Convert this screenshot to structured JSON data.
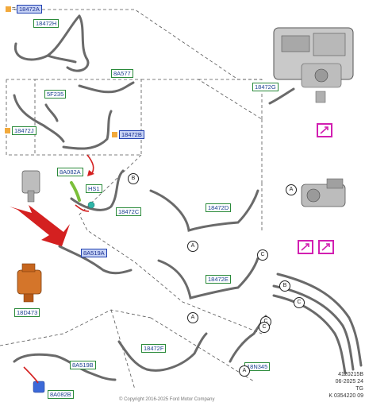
{
  "labels": {
    "top_left": "18472A",
    "l_18472H": "18472H",
    "l_8A577": "8A577",
    "l_5F235": "5F235",
    "l_18472J": "18472J",
    "l_18472B": "18472B",
    "l_18472G": "18472G",
    "l_8A082A": "8A082A",
    "l_HS1": "HS1",
    "l_18472C": "18472C",
    "l_18472D": "18472D",
    "l_8A519A": "8A519A",
    "l_18472E": "18472E",
    "l_18D473": "18D473",
    "l_18472F": "18472F",
    "l_8A519B": "8A519B",
    "l_18N345": "18N345",
    "l_8A082B": "8A082B"
  },
  "legend_prefix": "=",
  "callouts": {
    "a1": "A",
    "b1": "B",
    "a2": "A",
    "c1": "C",
    "a3": "A",
    "c2": "C",
    "a4": "A",
    "b2": "B",
    "c3": "C",
    "c4": "C"
  },
  "footer": {
    "line1": "4120215B",
    "line2": "06-2025 24",
    "line3": "TG",
    "line4": "K 0354220 09"
  },
  "copyright": "© Copyright 2016-2025 Ford Motor Company"
}
